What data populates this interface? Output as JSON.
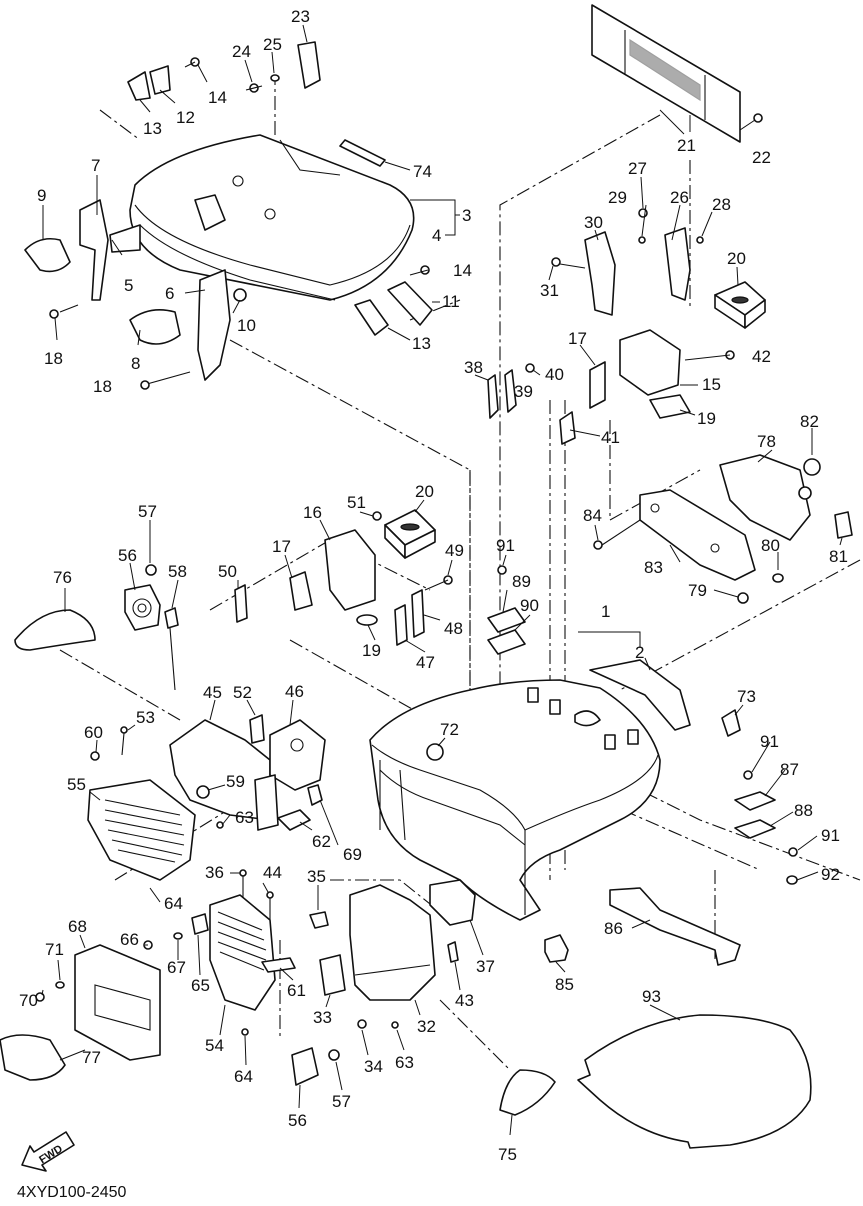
{
  "diagram_code": "4XYD100-2450",
  "fwd_label": "FWD",
  "callouts": [
    {
      "id": "c23",
      "label": "23"
    },
    {
      "id": "c24",
      "label": "24"
    },
    {
      "id": "c25",
      "label": "25"
    },
    {
      "id": "c14a",
      "label": "14"
    },
    {
      "id": "c12",
      "label": "12"
    },
    {
      "id": "c13a",
      "label": "13"
    },
    {
      "id": "c74",
      "label": "74"
    },
    {
      "id": "c3",
      "label": "3"
    },
    {
      "id": "c4",
      "label": "4"
    },
    {
      "id": "c7",
      "label": "7"
    },
    {
      "id": "c9",
      "label": "9"
    },
    {
      "id": "c5",
      "label": "5"
    },
    {
      "id": "c6",
      "label": "6"
    },
    {
      "id": "c10",
      "label": "10"
    },
    {
      "id": "c8",
      "label": "8"
    },
    {
      "id": "c18a",
      "label": "18"
    },
    {
      "id": "c18b",
      "label": "18"
    },
    {
      "id": "c14b",
      "label": "14"
    },
    {
      "id": "c11",
      "label": "11"
    },
    {
      "id": "c13b",
      "label": "13"
    },
    {
      "id": "c21",
      "label": "21"
    },
    {
      "id": "c22",
      "label": "22"
    },
    {
      "id": "c27",
      "label": "27"
    },
    {
      "id": "c26",
      "label": "26"
    },
    {
      "id": "c28",
      "label": "28"
    },
    {
      "id": "c29",
      "label": "29"
    },
    {
      "id": "c30",
      "label": "30"
    },
    {
      "id": "c31",
      "label": "31"
    },
    {
      "id": "c20a",
      "label": "20"
    },
    {
      "id": "c17a",
      "label": "17"
    },
    {
      "id": "c42",
      "label": "42"
    },
    {
      "id": "c15",
      "label": "15"
    },
    {
      "id": "c19a",
      "label": "19"
    },
    {
      "id": "c38",
      "label": "38"
    },
    {
      "id": "c39",
      "label": "39"
    },
    {
      "id": "c40",
      "label": "40"
    },
    {
      "id": "c41",
      "label": "41"
    },
    {
      "id": "c82",
      "label": "82"
    },
    {
      "id": "c78",
      "label": "78"
    },
    {
      "id": "c84",
      "label": "84"
    },
    {
      "id": "c83",
      "label": "83"
    },
    {
      "id": "c80",
      "label": "80"
    },
    {
      "id": "c81",
      "label": "81"
    },
    {
      "id": "c79",
      "label": "79"
    },
    {
      "id": "c57a",
      "label": "57"
    },
    {
      "id": "c56a",
      "label": "56"
    },
    {
      "id": "c58",
      "label": "58"
    },
    {
      "id": "c76",
      "label": "76"
    },
    {
      "id": "c51",
      "label": "51"
    },
    {
      "id": "c20b",
      "label": "20"
    },
    {
      "id": "c16",
      "label": "16"
    },
    {
      "id": "c17b",
      "label": "17"
    },
    {
      "id": "c50",
      "label": "50"
    },
    {
      "id": "c49",
      "label": "49"
    },
    {
      "id": "c91a",
      "label": "91"
    },
    {
      "id": "c89",
      "label": "89"
    },
    {
      "id": "c90",
      "label": "90"
    },
    {
      "id": "c48",
      "label": "48"
    },
    {
      "id": "c19b",
      "label": "19"
    },
    {
      "id": "c47",
      "label": "47"
    },
    {
      "id": "c1",
      "label": "1"
    },
    {
      "id": "c2",
      "label": "2"
    },
    {
      "id": "c73",
      "label": "73"
    },
    {
      "id": "c45",
      "label": "45"
    },
    {
      "id": "c52",
      "label": "52"
    },
    {
      "id": "c46",
      "label": "46"
    },
    {
      "id": "c53",
      "label": "53"
    },
    {
      "id": "c60",
      "label": "60"
    },
    {
      "id": "c72",
      "label": "72"
    },
    {
      "id": "c91b",
      "label": "91"
    },
    {
      "id": "c87",
      "label": "87"
    },
    {
      "id": "c55",
      "label": "55"
    },
    {
      "id": "c59",
      "label": "59"
    },
    {
      "id": "c88",
      "label": "88"
    },
    {
      "id": "c63a",
      "label": "63"
    },
    {
      "id": "c62",
      "label": "62"
    },
    {
      "id": "c69",
      "label": "69"
    },
    {
      "id": "c91c",
      "label": "91"
    },
    {
      "id": "c92",
      "label": "92"
    },
    {
      "id": "c36",
      "label": "36"
    },
    {
      "id": "c44",
      "label": "44"
    },
    {
      "id": "c35",
      "label": "35"
    },
    {
      "id": "c64a",
      "label": "64"
    },
    {
      "id": "c86",
      "label": "86"
    },
    {
      "id": "c68",
      "label": "68"
    },
    {
      "id": "c66",
      "label": "66"
    },
    {
      "id": "c67",
      "label": "67"
    },
    {
      "id": "c71",
      "label": "71"
    },
    {
      "id": "c65",
      "label": "65"
    },
    {
      "id": "c61",
      "label": "61"
    },
    {
      "id": "c37",
      "label": "37"
    },
    {
      "id": "c43",
      "label": "43"
    },
    {
      "id": "c85",
      "label": "85"
    },
    {
      "id": "c70",
      "label": "70"
    },
    {
      "id": "c93",
      "label": "93"
    },
    {
      "id": "c33",
      "label": "33"
    },
    {
      "id": "c32",
      "label": "32"
    },
    {
      "id": "c54",
      "label": "54"
    },
    {
      "id": "c77",
      "label": "77"
    },
    {
      "id": "c34",
      "label": "34"
    },
    {
      "id": "c63b",
      "label": "63"
    },
    {
      "id": "c64b",
      "label": "64"
    },
    {
      "id": "c56b",
      "label": "56"
    },
    {
      "id": "c57b",
      "label": "57"
    },
    {
      "id": "c75",
      "label": "75"
    }
  ]
}
